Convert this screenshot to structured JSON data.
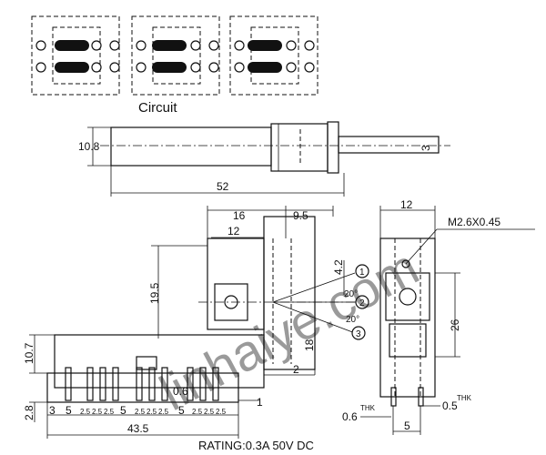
{
  "circuit": {
    "caption": "Circuit"
  },
  "side_view": {
    "height_dim": "10.8",
    "length_dim": "52",
    "shaft_dim": "3"
  },
  "front_view": {
    "dim_16": "16",
    "dim_9_5": "9.5",
    "dim_12": "12",
    "dim_19_5": "19.5",
    "dim_4_2": "4.2",
    "dim_18": "18",
    "dim_2": "2",
    "dim_10_7": "10.7",
    "dim_2_8": "2.8",
    "dim_1": "1",
    "dim_0_6": "0.6",
    "dim_43_5": "43.5",
    "pitch_labels": [
      "3",
      "5",
      "2.5",
      "2.5",
      "2.5",
      "5",
      "2.5",
      "2.5",
      "2.5",
      "5",
      "2.5",
      "2.5",
      "2.5"
    ],
    "angle_labels": [
      "20°",
      "20°"
    ],
    "position_markers": [
      "1",
      "2",
      "3"
    ]
  },
  "end_view": {
    "width_dim": "12",
    "screw_label": "M2.6X0.45",
    "height_dim": "26",
    "pitch_dim": "5",
    "thk_left_value": "0.6",
    "thk_right_value": "0.5",
    "thk_suffix": "THK"
  },
  "rating": "RATING:0.3A 50V DC",
  "watermark": "linhaiye.com"
}
